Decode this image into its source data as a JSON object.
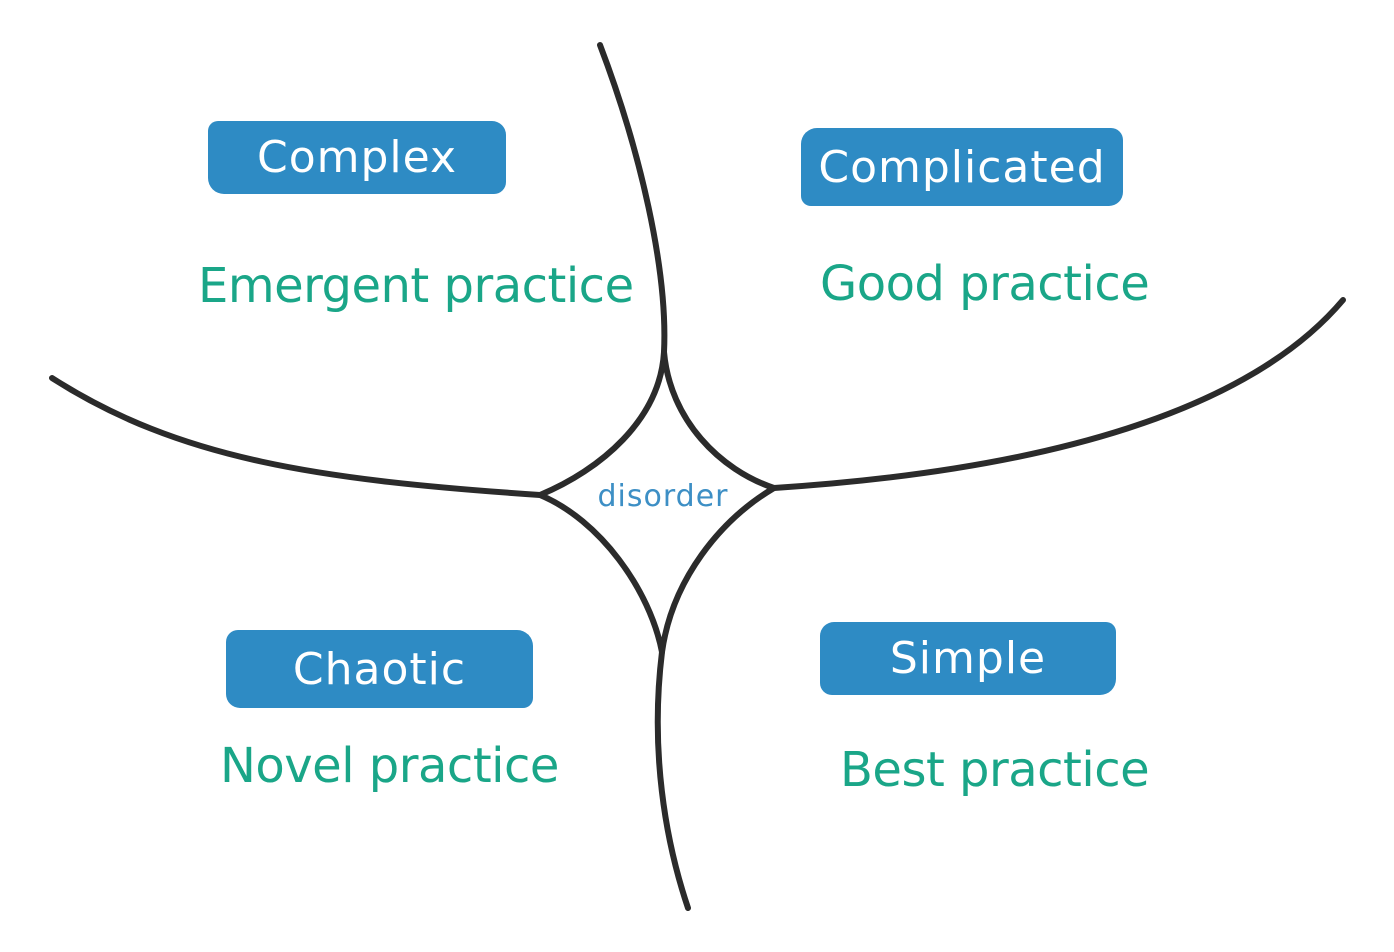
{
  "domains": {
    "complex": {
      "label": "Complex",
      "practice": "Emergent practice"
    },
    "complicated": {
      "label": "Complicated",
      "practice": "Good practice"
    },
    "chaotic": {
      "label": "Chaotic",
      "practice": "Novel practice"
    },
    "simple": {
      "label": "Simple",
      "practice": "Best practice"
    }
  },
  "center": {
    "label": "disorder"
  },
  "colors": {
    "label_background": "#2e8bc4",
    "label_text": "#ffffff",
    "practice_text": "#1aa688",
    "disorder_text": "#3d8fc5",
    "line": "#2b2b2b"
  }
}
